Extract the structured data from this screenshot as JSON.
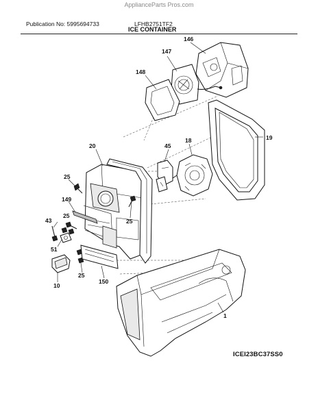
{
  "watermark": "ApplianceParts Pros.com",
  "header": {
    "publication": "Publication No: 5995694733",
    "model": "LFHB2751TF2",
    "title": "ICE CONTAINER"
  },
  "callouts": {
    "c146": "146",
    "c147": "147",
    "c148": "148",
    "c19": "19",
    "c20": "20",
    "c45": "45",
    "c18": "18",
    "c25a": "25",
    "c149": "149",
    "c25b": "25",
    "c25c": "25",
    "c43": "43",
    "c51": "51",
    "c10": "10",
    "c25d": "25",
    "c150": "150",
    "c1": "1"
  },
  "figure_code": "ICEI23BC37SS0"
}
